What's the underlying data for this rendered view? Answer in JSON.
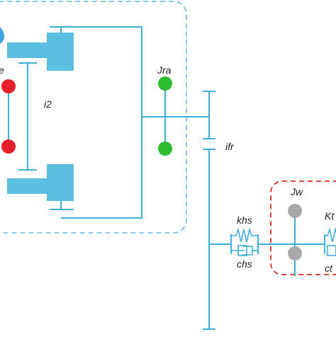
{
  "labels": {
    "left_cut": "e",
    "i2": "i2",
    "Jra": "Jra",
    "ifr": "ifr",
    "khs": "khs",
    "chs": "chs",
    "Jw": "Jw",
    "Kt_cut": "Kt",
    "ct_cut": "ct"
  },
  "colors": {
    "blue": "#5bbfe0",
    "line": "#3fb0d9",
    "dash_blue": "#6ab8de",
    "dash_red": "#e12a2a",
    "red": "#e5202b",
    "green": "#2ebd2e",
    "gray": "#a8a8a8",
    "text": "#222222"
  }
}
